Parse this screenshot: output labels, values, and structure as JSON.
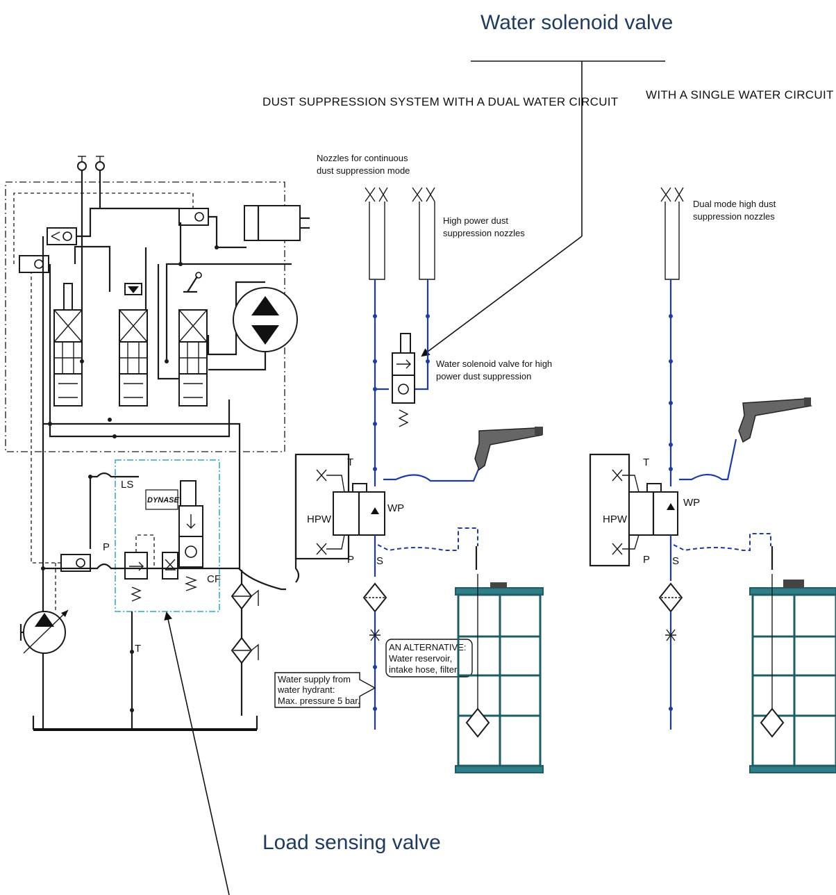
{
  "annotations": {
    "water_solenoid_valve": "Water solenoid valve",
    "load_sensing_valve": "Load sensing valve"
  },
  "headings": {
    "dual": "DUST SUPPRESSION SYSTEM WITH A DUAL WATER CIRCUIT",
    "single": "WITH A SINGLE WATER CIRCUIT"
  },
  "labels": {
    "continuous_nozzles_1": "Nozzles for continuous",
    "continuous_nozzles_2": "dust suppression mode",
    "high_power_1": "High power dust",
    "high_power_2": "suppression nozzles",
    "solenoid_1": "Water solenoid valve for high",
    "solenoid_2": "power dust suppression",
    "dual_mode_1": "Dual mode high dust",
    "dual_mode_2": "suppression nozzles",
    "hydrant_1": "Water  supply from",
    "hydrant_2": "water hydrant:",
    "hydrant_3": "Max. pressure 5 bar.",
    "alt_1": "AN ALTERNATIVE:",
    "alt_2": "Water reservoir,",
    "alt_3": "intake hose, filter.",
    "brand": "DYNASET"
  },
  "ports": {
    "ls": "LS",
    "p": "P",
    "t": "T",
    "cf": "CF",
    "hpw": "HPW",
    "wp": "WP",
    "s": "S"
  },
  "colors": {
    "annotation_text": "#1f3a5f",
    "water_line": "#1e3aa8",
    "load_sensing_border": "#2aa7c9",
    "tank": "#2f7d86"
  }
}
